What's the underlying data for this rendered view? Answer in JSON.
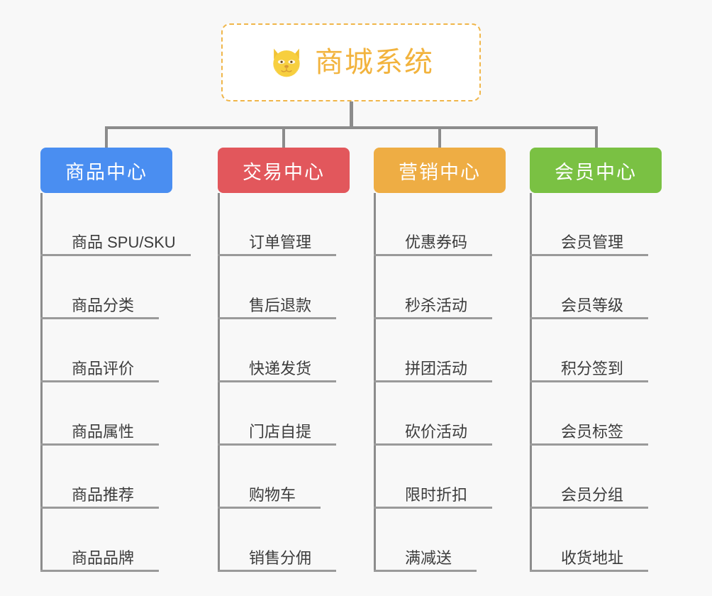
{
  "diagram": {
    "type": "organization-tree",
    "background_color": "#f8f8f8",
    "root": {
      "title": "商城系统",
      "icon": "shiba-dog-icon",
      "border_color": "#f0b64a",
      "text_color": "#f2b33d"
    },
    "branches": [
      {
        "label": "商品中心",
        "color": "#4a8ef1",
        "items": [
          {
            "label": "商品 SPU/SKU",
            "rule_width": 212
          },
          {
            "label": "商品分类",
            "rule_width": 167
          },
          {
            "label": "商品评价",
            "rule_width": 167
          },
          {
            "label": "商品属性",
            "rule_width": 167
          },
          {
            "label": "商品推荐",
            "rule_width": 167
          },
          {
            "label": "商品品牌",
            "rule_width": 167
          }
        ]
      },
      {
        "label": "交易中心",
        "color": "#e2575c",
        "items": [
          {
            "label": "订单管理",
            "rule_width": 167
          },
          {
            "label": "售后退款",
            "rule_width": 167
          },
          {
            "label": "快递发货",
            "rule_width": 167
          },
          {
            "label": "门店自提",
            "rule_width": 167
          },
          {
            "label": "购物车",
            "rule_width": 145
          },
          {
            "label": "销售分佣",
            "rule_width": 167
          }
        ]
      },
      {
        "label": "营销中心",
        "color": "#eead44",
        "items": [
          {
            "label": "优惠券码",
            "rule_width": 167
          },
          {
            "label": "秒杀活动",
            "rule_width": 167
          },
          {
            "label": "拼团活动",
            "rule_width": 167
          },
          {
            "label": "砍价活动",
            "rule_width": 167
          },
          {
            "label": "限时折扣",
            "rule_width": 167
          },
          {
            "label": "满减送",
            "rule_width": 145
          }
        ]
      },
      {
        "label": "会员中心",
        "color": "#78c council",
        "items": []
      }
    ]
  }
}
